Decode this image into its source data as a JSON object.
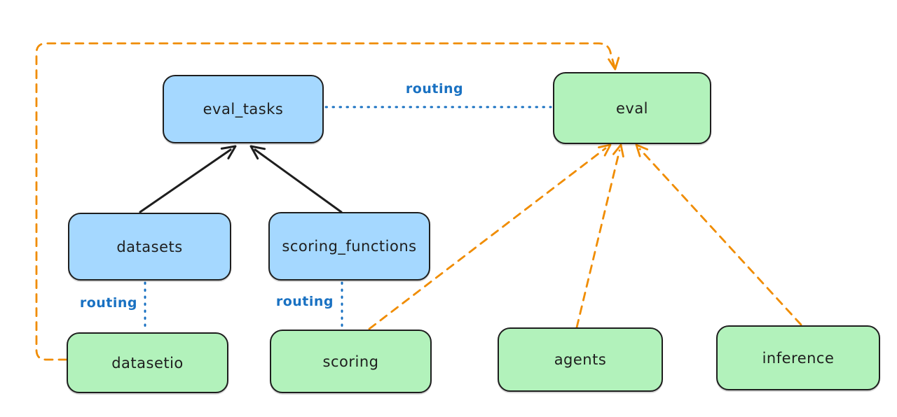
{
  "diagram": {
    "description": "Architecture diagram connecting API boxes to provider/runtime boxes",
    "colors": {
      "blue_fill": "#a5d8ff",
      "green_fill": "#b2f2bb",
      "stroke": "#1e1e1e",
      "routing_blue": "#1971c2",
      "orange": "#f08c00",
      "canvas_bg": "#ffffff"
    },
    "nodes": {
      "eval_tasks": {
        "label": "eval_tasks",
        "color": "blue"
      },
      "eval": {
        "label": "eval",
        "color": "green"
      },
      "datasets": {
        "label": "datasets",
        "color": "blue"
      },
      "scoring_functions": {
        "label": "scoring_functions",
        "color": "blue"
      },
      "datasetio": {
        "label": "datasetio",
        "color": "green"
      },
      "scoring": {
        "label": "scoring",
        "color": "green"
      },
      "agents": {
        "label": "agents",
        "color": "green"
      },
      "inference": {
        "label": "inference",
        "color": "green"
      }
    },
    "edge_labels": {
      "routing_eval_tasks_eval": "routing",
      "routing_datasets_datasetio": "routing",
      "routing_scoring_functions_scoring": "routing"
    },
    "edges": [
      {
        "from": "datasets",
        "to": "eval_tasks",
        "style": "solid",
        "color": "black",
        "arrow": true,
        "label": ""
      },
      {
        "from": "scoring_functions",
        "to": "eval_tasks",
        "style": "solid",
        "color": "black",
        "arrow": true,
        "label": ""
      },
      {
        "from": "eval_tasks",
        "to": "eval",
        "style": "dotted",
        "color": "blue",
        "arrow": false,
        "label": "routing"
      },
      {
        "from": "datasets",
        "to": "datasetio",
        "style": "dotted",
        "color": "blue",
        "arrow": false,
        "label": "routing"
      },
      {
        "from": "scoring_functions",
        "to": "scoring",
        "style": "dotted",
        "color": "blue",
        "arrow": false,
        "label": "routing"
      },
      {
        "from": "datasetio",
        "to": "eval",
        "style": "dashed",
        "color": "orange",
        "arrow": true,
        "label": "",
        "path": "left-up-across-top"
      },
      {
        "from": "scoring",
        "to": "eval",
        "style": "dashed",
        "color": "orange",
        "arrow": true,
        "label": ""
      },
      {
        "from": "agents",
        "to": "eval",
        "style": "dashed",
        "color": "orange",
        "arrow": true,
        "label": ""
      },
      {
        "from": "inference",
        "to": "eval",
        "style": "dashed",
        "color": "orange",
        "arrow": true,
        "label": ""
      }
    ]
  }
}
